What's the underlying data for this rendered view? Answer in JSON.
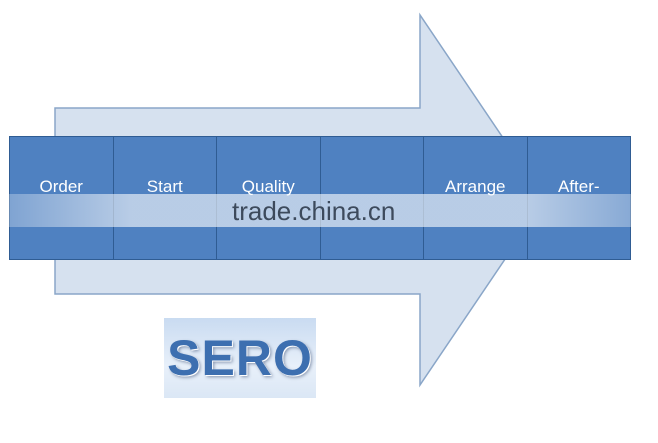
{
  "steps": [
    {
      "label": "Order"
    },
    {
      "label": "Start"
    },
    {
      "label": "Quality"
    },
    {
      "label": ""
    },
    {
      "label": "Arrange"
    },
    {
      "label": "After-"
    }
  ],
  "watermark": "trade.china.cn",
  "logo_text": "SERO",
  "colors": {
    "arrow_fill": "#d6e1ef",
    "arrow_stroke": "#8aa6c8",
    "step_fill": "#4f81c1",
    "step_border": "#2f5c93",
    "logo_text": "#3d6fb0"
  }
}
